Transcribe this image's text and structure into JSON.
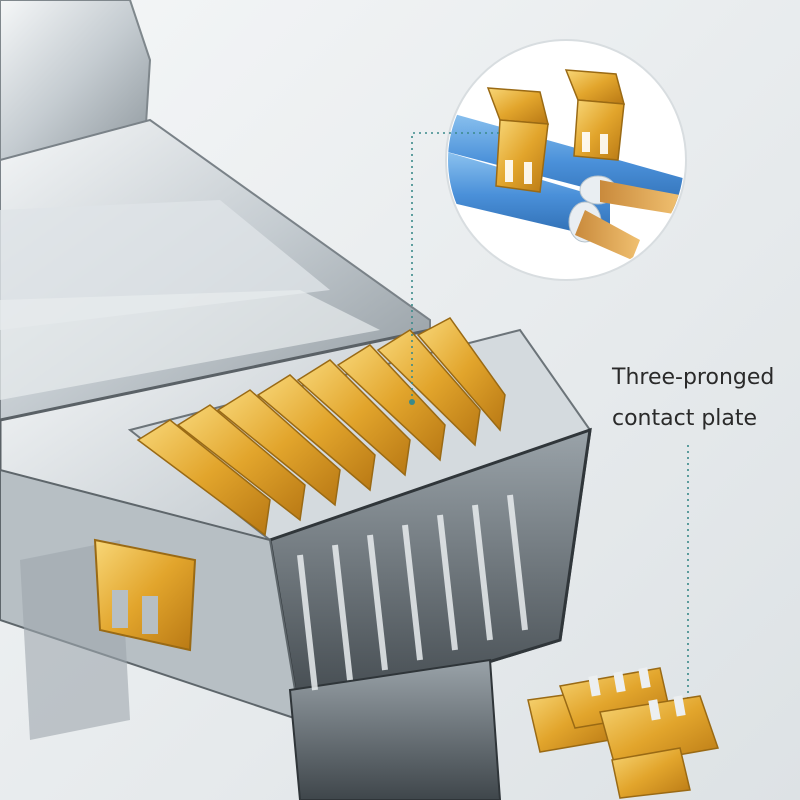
{
  "caption": {
    "line1": "Three-pronged",
    "line2": "contact plate"
  },
  "colors": {
    "background": "#eceff1",
    "gold": "#e0a028",
    "gold_highlight": "#f6d06a",
    "blue_wire": "#4a90d9",
    "dotted_leader": "#3b8a8a",
    "plastic": "#cfd6db"
  },
  "icons": [
    "rj45-connector",
    "contact-pin",
    "wire",
    "three-pronged-plate"
  ]
}
